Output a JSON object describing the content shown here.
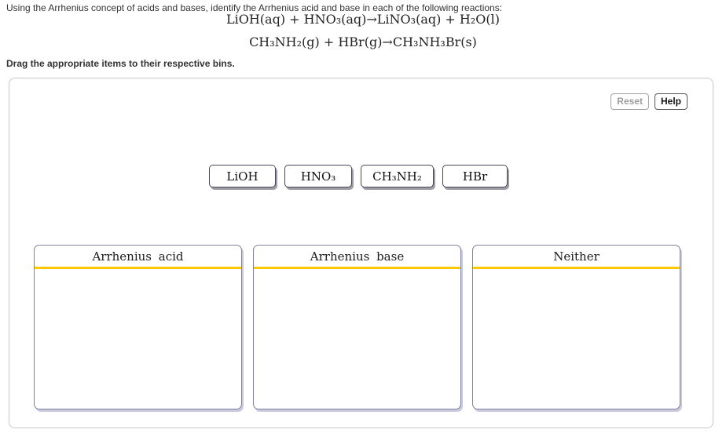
{
  "header": {
    "instruction": "Using the Arrhenius concept of acids and bases, identify the Arrhenius acid and base in each of the following reactions:",
    "equations": [
      "LiOH(aq) + HNO₃(aq)→LiNO₃(aq) + H₂O(l)",
      "CH₃NH₂(g) + HBr(g)→CH₃NH₃Br(s)"
    ],
    "drag_instruction": "Drag the appropriate items to their respective bins."
  },
  "toolbar": {
    "reset_label": "Reset",
    "help_label": "Help"
  },
  "items": [
    {
      "label": "LiOH"
    },
    {
      "label": "HNO₃"
    },
    {
      "label": "CH₃NH₂"
    },
    {
      "label": "HBr"
    }
  ],
  "bins": [
    {
      "label": "Arrhenius acid"
    },
    {
      "label": "Arrhenius base"
    },
    {
      "label": "Neither"
    }
  ],
  "colors": {
    "bin_header_underline": "#FFC800",
    "panel_border": "#c9c9c9",
    "bin_border": "#8080a0",
    "tile_border": "#47475a"
  }
}
